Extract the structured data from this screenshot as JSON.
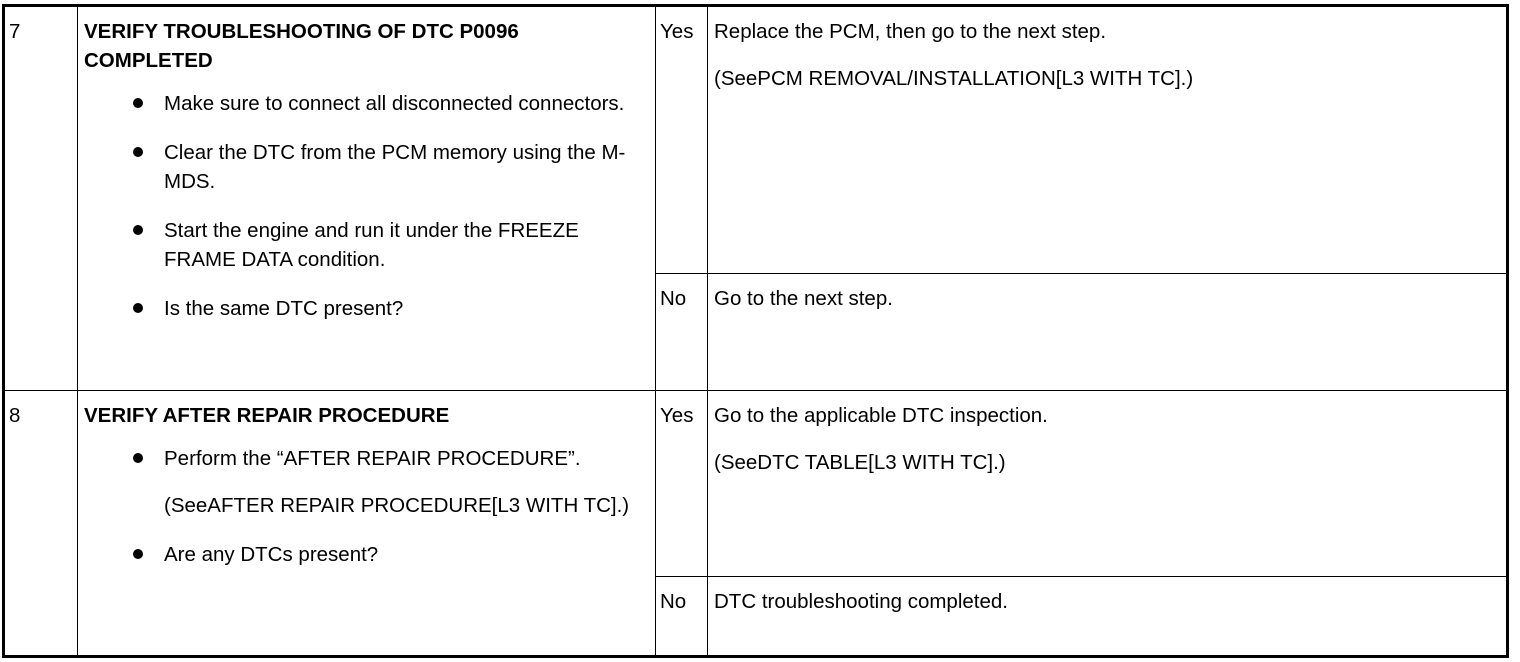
{
  "rows": [
    {
      "step": "7",
      "title": "VERIFY TROUBLESHOOTING OF DTC P0096 COMPLETED",
      "bullets": [
        "Make sure to connect all disconnected connectors.",
        "Clear the DTC from the PCM memory using the M-MDS.",
        "Start the engine and run it under the FREEZE FRAME DATA condition.",
        "Is the same DTC present?"
      ],
      "yes_label": "Yes",
      "yes_text": "Replace the PCM, then go to the next step.",
      "yes_ref": "(SeePCM REMOVAL/INSTALLATION[L3 WITH TC].)",
      "no_label": "No",
      "no_text": "Go to the next step."
    },
    {
      "step": "8",
      "title": "VERIFY AFTER REPAIR PROCEDURE",
      "bullets": [
        "Perform the “AFTER REPAIR PROCEDURE”.",
        "Are any DTCs present?"
      ],
      "bullet_sub": "(SeeAFTER REPAIR PROCEDURE[L3 WITH TC].)",
      "yes_label": "Yes",
      "yes_text": "Go to the applicable DTC inspection.",
      "yes_ref": "(SeeDTC TABLE[L3 WITH TC].)",
      "no_label": "No",
      "no_text": "DTC troubleshooting completed."
    }
  ]
}
